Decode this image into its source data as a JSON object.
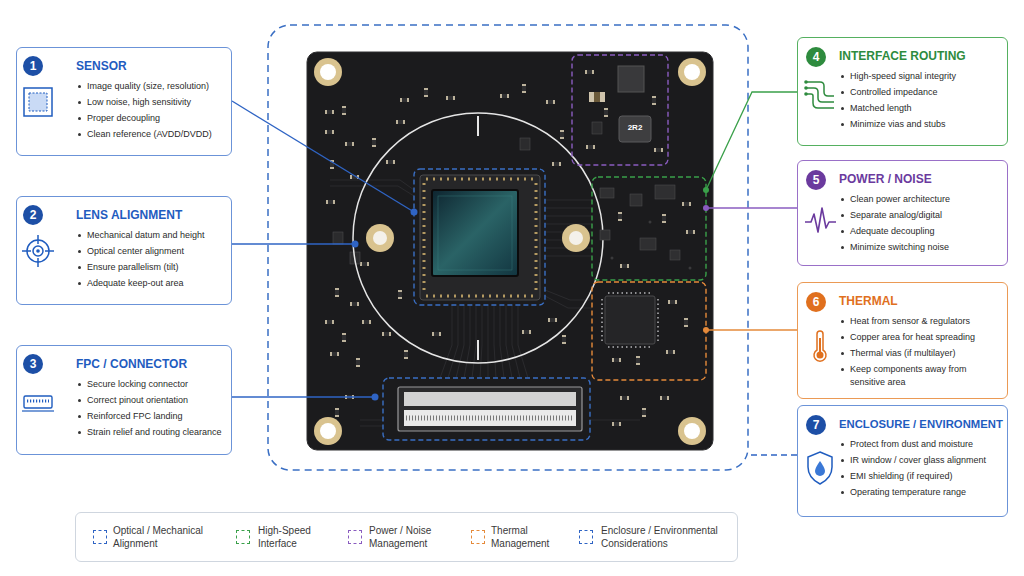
{
  "diagram": {
    "nodes": [
      {
        "text": [
          "SENSOR",
          "Image quality (size, resolution)",
          "Low noise, high sensitivity",
          "Proper decoupling",
          "Clean reference (AVDD/DVDD)"
        ]
      },
      {
        "text": [
          "1"
        ],
        "in": 0
      },
      {
        "text": [
          "LENS ALIGNMENT",
          "Mechanical datum and height",
          "Optical center alignment",
          "Ensure parallelism (tilt)",
          "Adequate keep-out area"
        ]
      },
      {
        "text": [
          "2"
        ],
        "in": 2
      },
      {
        "text": [
          "FPC / CONNECTOR",
          "Secure locking connector",
          "Correct pinout orientation",
          "Reinforced FPC landing",
          "Strain relief and routing clearance"
        ]
      },
      {
        "text": [
          "3"
        ],
        "in": 4
      },
      {
        "text": [
          "INTERFACE ROUTING",
          "High-speed signal integrity",
          "Controlled impedance",
          "Matched length",
          "Minimize vias and stubs"
        ]
      },
      {
        "text": [
          "4"
        ],
        "in": 6
      },
      {
        "text": [
          "POWER / NOISE",
          "Clean power architecture",
          "Separate analog/digital",
          "Adequate decoupling",
          "Minimize switching noise"
        ]
      },
      {
        "text": [
          "5"
        ],
        "in": 8
      },
      {
        "text": [
          "THERMAL",
          "Heat from sensor & regulators",
          "Copper area for heat spreading",
          "Thermal vias (if multilayer)",
          "Keep components away from sensitive area"
        ]
      },
      {
        "text": [
          "6"
        ],
        "in": 10
      },
      {
        "text": [
          "ENCLOSURE / ENVIRONMENT",
          "Protect from dust and moisture",
          "IR window / cover glass alignment",
          "EMI shielding (if required)",
          "Operating temperature range"
        ]
      },
      {
        "text": [
          "7"
        ],
        "in": 12
      }
    ],
    "labels": [
      "2R2"
    ],
    "legend": [
      {
        "text": "Optical / Mechanical Alignment"
      },
      {
        "text": "High-Speed Interface"
      },
      {
        "text": "Power / Noise Management"
      },
      {
        "text": "Thermal Management"
      },
      {
        "text": "Enclosure / Environmental Considerations"
      }
    ]
  }
}
